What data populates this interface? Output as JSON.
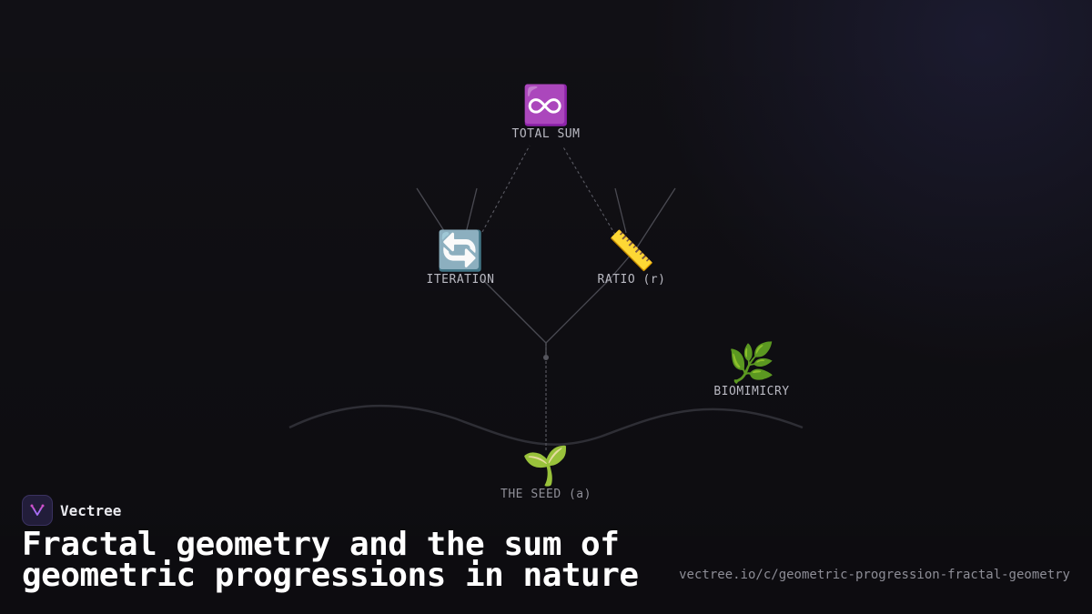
{
  "nodes": {
    "total_sum": {
      "icon": "infinity-icon",
      "emoji": "♾️",
      "label": "TOTAL SUM"
    },
    "iteration": {
      "icon": "cycle-arrows-icon",
      "emoji": "🔄",
      "label": "ITERATION"
    },
    "ratio": {
      "icon": "ruler-icon",
      "emoji": "📏",
      "label": "RATIO (r)"
    },
    "biomimicry": {
      "icon": "herb-leaf-icon",
      "emoji": "🌿",
      "label": "BIOMIMICRY"
    },
    "seed": {
      "icon": "seedling-icon",
      "emoji": "🌱",
      "label": "THE SEED (a)"
    }
  },
  "brand": {
    "name": "Vectree",
    "logo": "vectree-logo-icon"
  },
  "headline": {
    "line1": "Fractal geometry and the sum of",
    "line2": "geometric progressions in nature"
  },
  "url": "vectree.io/c/geometric-progression-fractal-geometry",
  "colors": {
    "background": "#111015",
    "branch": "#4a4a52",
    "text": "#ffffff",
    "accent": "#9b5cf6"
  }
}
